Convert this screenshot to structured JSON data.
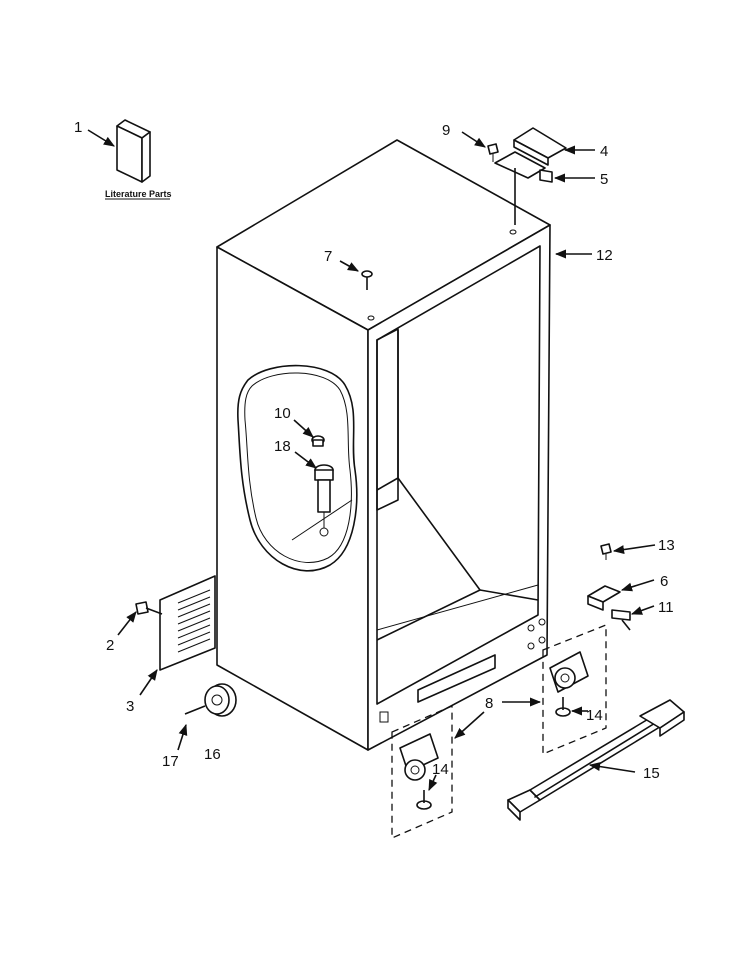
{
  "literature_label": "Literature Parts",
  "callouts": {
    "c1": "1",
    "c2": "2",
    "c3": "3",
    "c4": "4",
    "c5": "5",
    "c6": "6",
    "c7": "7",
    "c8": "8",
    "c9": "9",
    "c10": "10",
    "c11": "11",
    "c12": "12",
    "c13": "13",
    "c14a": "14",
    "c14b": "14",
    "c15": "15",
    "c16": "16",
    "c17": "17",
    "c18": "18"
  }
}
